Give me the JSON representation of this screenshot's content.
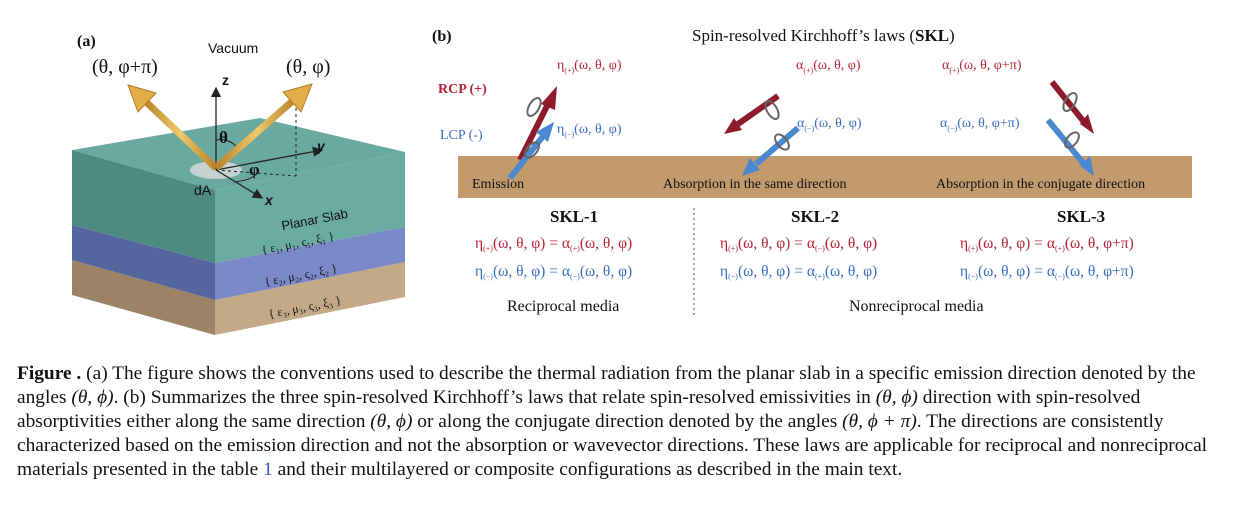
{
  "panel_a": {
    "label": "(a)",
    "vacuum": "Vacuum",
    "dir_left": "(θ, φ+π)",
    "dir_right": "(θ, φ)",
    "axis_z": "z",
    "axis_y": "y",
    "axis_x": "x",
    "angle_theta": "θ",
    "angle_phi": "φ",
    "area": "dA",
    "slab_title": "Planar Slab",
    "layer1": "{ ε₁,  μ₁,  ς₁,  ξ₁ }",
    "layer2": "{ ε₂,  μ₂,  ς₂,  ξ₂ }",
    "layer3": "{ ε₃,  μ₃,  ς₃,  ξ₃ }"
  },
  "panel_b": {
    "label": "(b)",
    "title_prefix": "Spin-resolved Kirchhoff’s laws (",
    "title_bold": "SKL",
    "title_suffix": ")",
    "rcp": "RCP (+)",
    "lcp": "LCP (-)",
    "emission": "Emission",
    "abs_same": "Absorption in the same direction",
    "abs_conj": "Absorption in the conjugate direction",
    "arrow_labels": {
      "eta_plus": "(ω, θ, φ)",
      "eta_minus": "(ω, θ, φ)",
      "alpha_plus_same": "(ω, θ, φ)",
      "alpha_minus_same": "(ω, θ, φ)",
      "alpha_plus_conj": "(ω, θ, φ+π)",
      "alpha_minus_conj": "(ω, θ, φ+π)"
    },
    "skl1": {
      "head": "SKL-1",
      "eq1_l": "(ω, θ, φ) = ",
      "eq1_r": "(ω, θ, φ)",
      "eq2_l": "(ω, θ, φ) = ",
      "eq2_r": "(ω, θ, φ)"
    },
    "skl2": {
      "head": "SKL-2",
      "eq1_l": "(ω, θ, φ) = ",
      "eq1_r": "(ω, θ, φ)",
      "eq2_l": "(ω, θ, φ) = ",
      "eq2_r": "(ω, θ, φ)"
    },
    "skl3": {
      "head": "SKL-3",
      "eq1_l": "(ω, θ, φ) = ",
      "eq1_r": "(ω, θ, φ+π)",
      "eq2_l": "(ω, θ, φ) = ",
      "eq2_r": "(ω, θ, φ+π)"
    },
    "reciprocal": "Reciprocal media",
    "nonreciprocal": "Nonreciprocal media"
  },
  "caption": {
    "label": "Figure  .",
    "part1": " (a) The figure shows the conventions used to describe the thermal radiation from the planar slab in a specific emission direction denoted by the angles ",
    "math1": "(θ, ϕ)",
    "part2": ". (b) Summarizes the three spin-resolved Kirchhoff’s laws that relate spin-resolved emissivities in ",
    "math2": "(θ, ϕ)",
    "part3": " direction with spin-resolved absorptivities either along the same direction ",
    "math3": "(θ, ϕ)",
    "part4": " or along the conjugate direction denoted by the angles ",
    "math4": "(θ, ϕ + π)",
    "part5": ". The directions are consistently characterized based on the emission direction and not the absorption or wavevector directions. These laws are applicable for reciprocal and nonreciprocal materials presented in the table ",
    "ref": "1",
    "part6": " and their multilayered or composite configurations as described in the main text."
  },
  "colors": {
    "red": "#b5243a",
    "blue": "#3a6fc0",
    "gold": "#d9a441",
    "slab_top": "#5e9e93",
    "slab_mid": "#6a7cc0",
    "slab_bottom": "#b59a7c",
    "ground": "#c39a6b"
  }
}
